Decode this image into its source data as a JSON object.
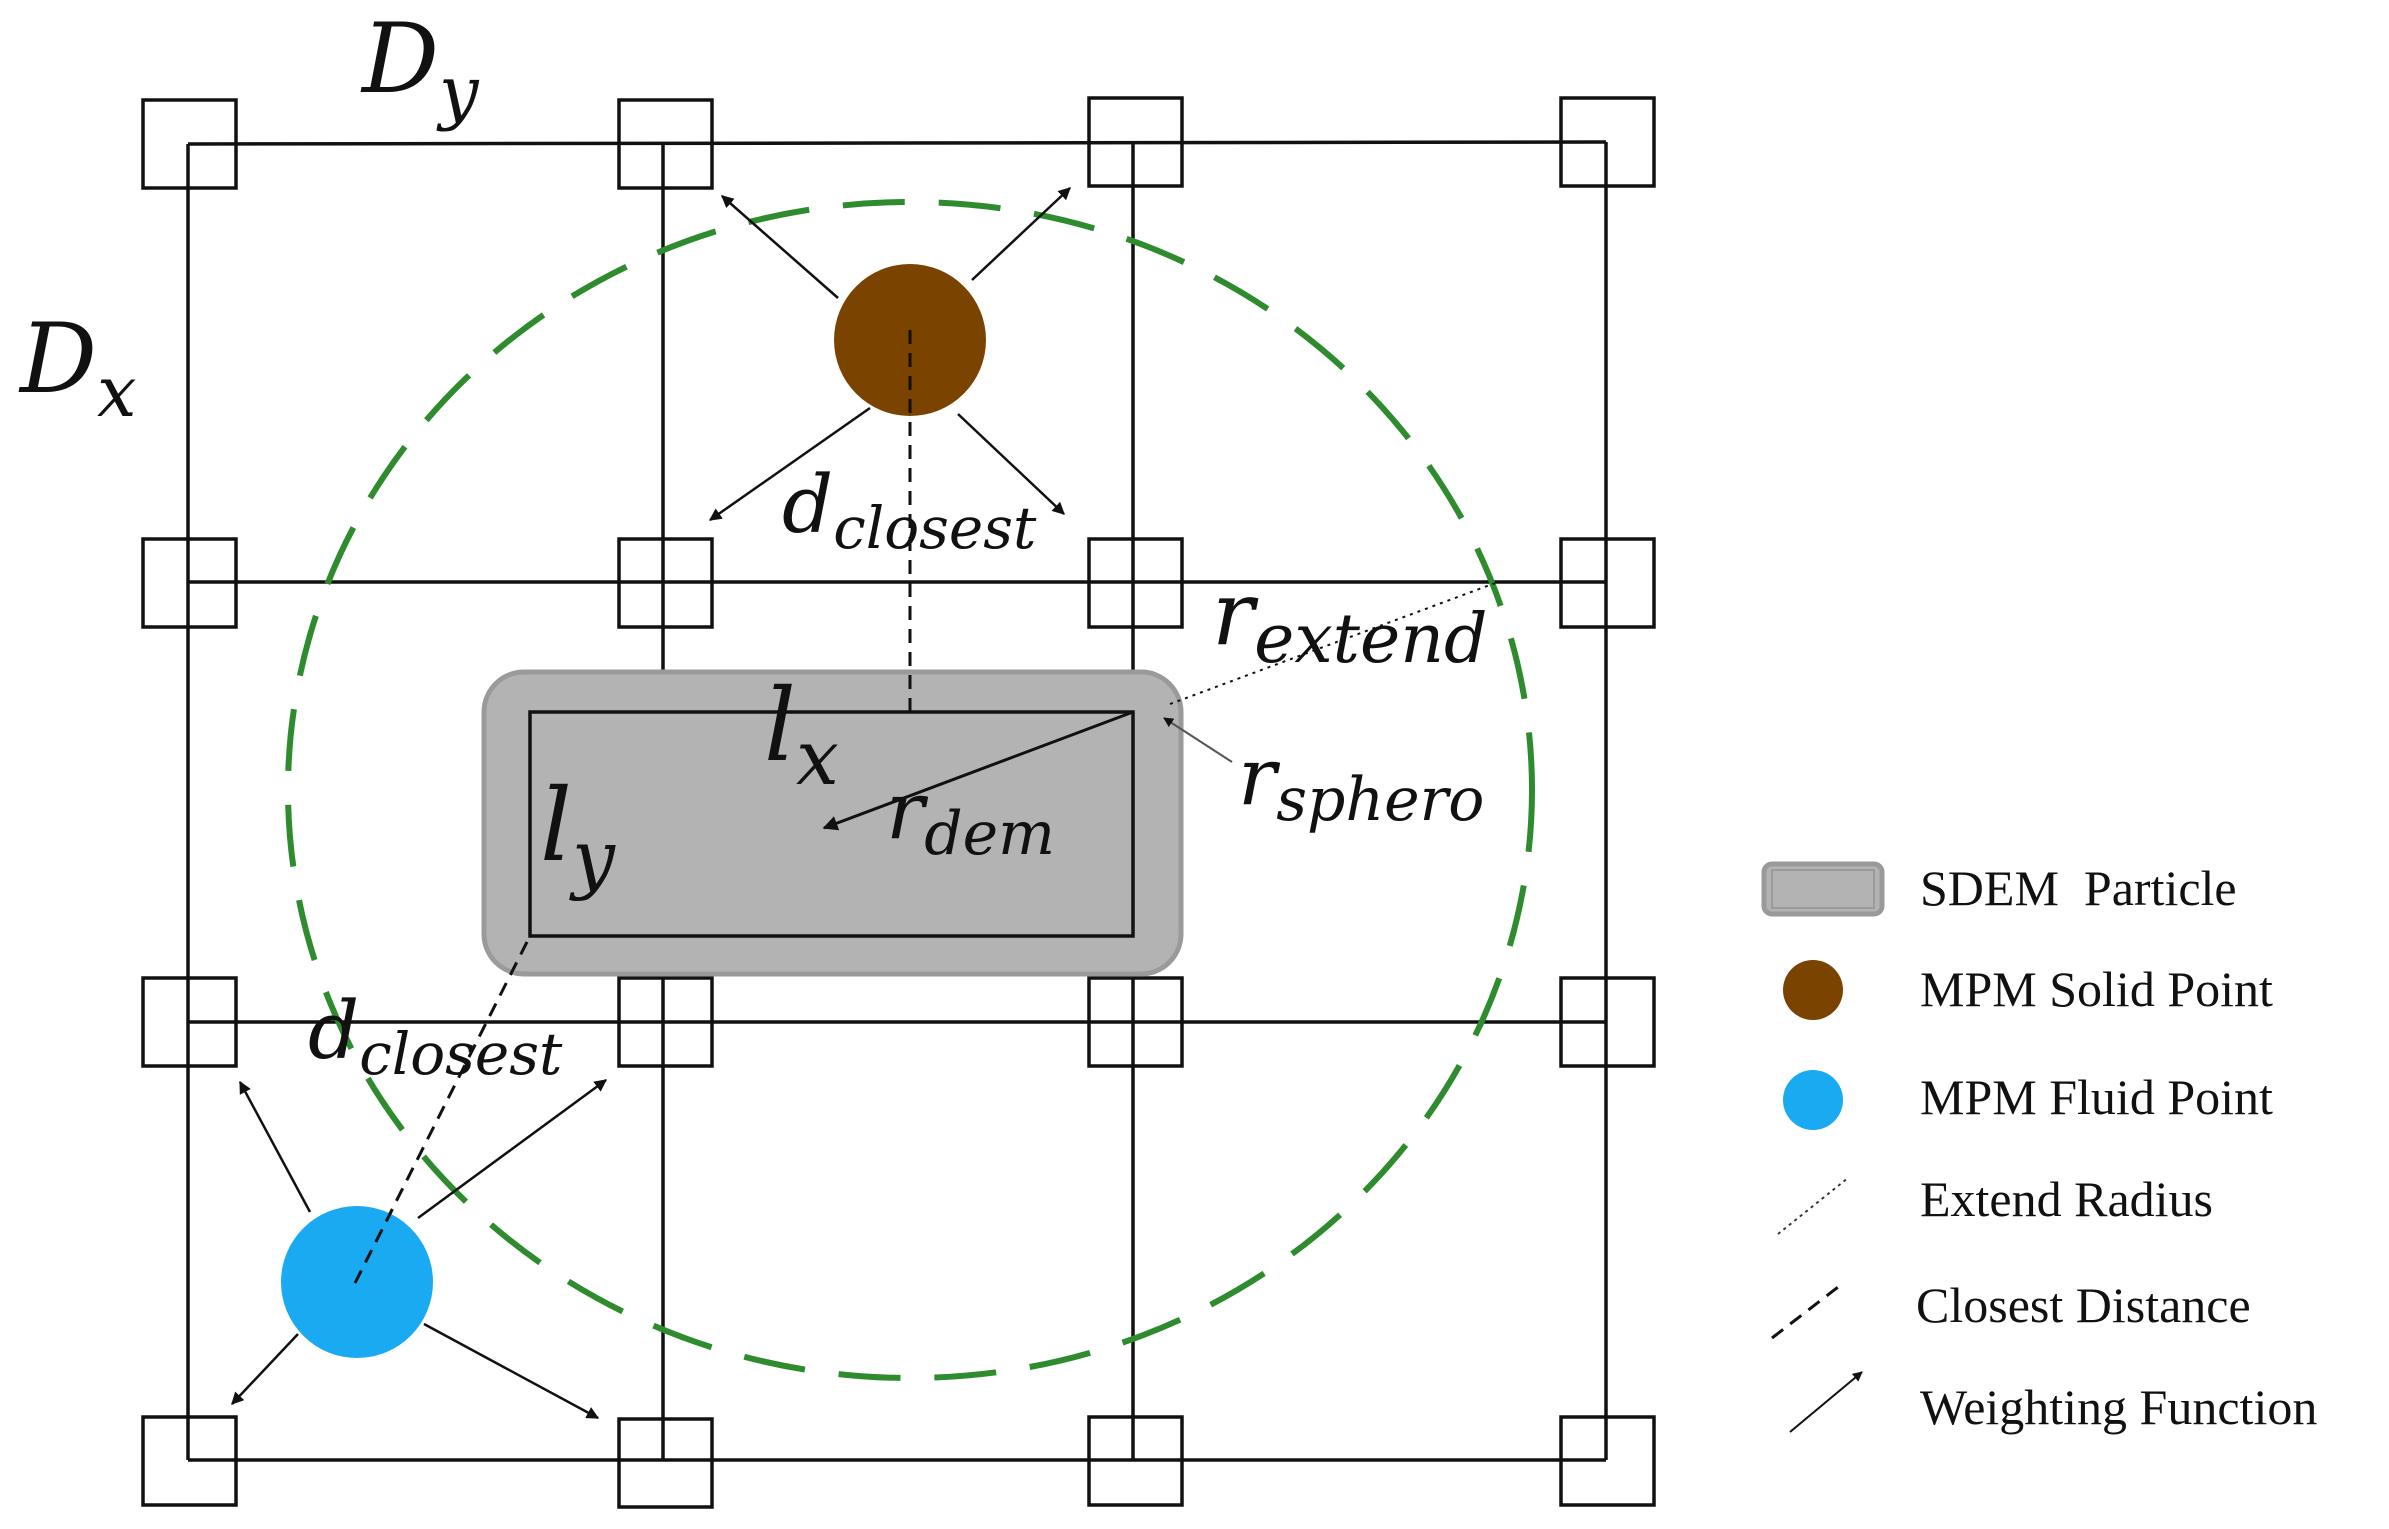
{
  "labels": {
    "dx": {
      "main": "D",
      "sub": "x"
    },
    "dy": {
      "main": "D",
      "sub": "y"
    },
    "lx": {
      "main": "l",
      "sub": "x"
    },
    "ly": {
      "main": "l",
      "sub": "y"
    },
    "d_closest_top": {
      "main": "d",
      "sub": "closest"
    },
    "d_closest_bottom": {
      "main": "d",
      "sub": "closest"
    },
    "r_extend": {
      "main": "r",
      "sub": "extend"
    },
    "r_sphero": {
      "main": "r",
      "sub": "sphero"
    },
    "r_dem": {
      "main": "r",
      "sub": "dem"
    }
  },
  "colors": {
    "solid_point": "#7a4300",
    "fluid_point": "#1aaaf2",
    "sdem_fill": "#b3b3b3",
    "sdem_stroke": "#9a9a9a",
    "extend_circle": "#2e8b2e",
    "line": "#111111"
  },
  "legend": {
    "sdem_particle": "SDEM  Particle",
    "mpm_solid_point": "MPM Solid Point",
    "mpm_fluid_point": "MPM Fluid Point",
    "extend_radius": "Extend Radius",
    "closest_distance": "Closest Distance",
    "weighting_function": "Weighting Function"
  }
}
